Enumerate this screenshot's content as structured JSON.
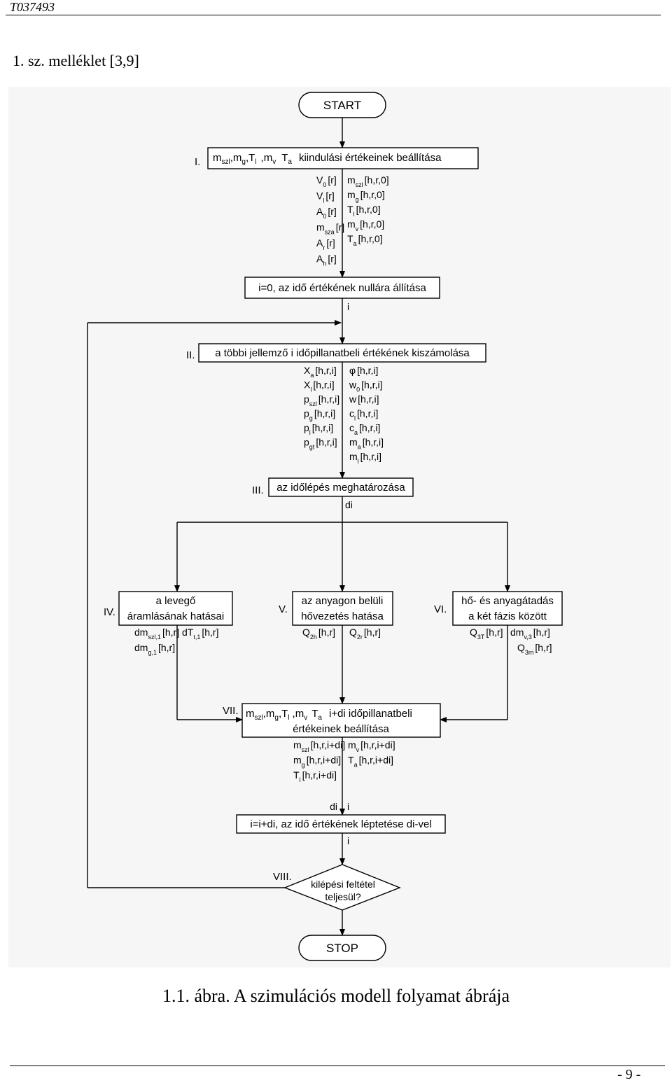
{
  "header": {
    "doc_id": "T037493",
    "appendix_title": "1. sz. melléklet  [3,9]"
  },
  "flowchart": {
    "start": "START",
    "stop": "STOP",
    "steps": {
      "s1": {
        "roman": "I.",
        "box": {
          "pre": "m",
          "pre_sub": "szl",
          "a": ",m",
          "a_sub": "g",
          "b": ",T",
          "b_sub": "l",
          "c": ",m",
          "c_sub": "v",
          "d": "T",
          "d_sub": "a",
          "text": "kiindulási értékeinek beállítása"
        },
        "left_vars": [
          {
            "base": "V",
            "sub": "0",
            "idx": "[r]"
          },
          {
            "base": "V",
            "sub": "l",
            "idx": "[r]"
          },
          {
            "base": "A",
            "sub": "0",
            "idx": "[r]"
          },
          {
            "base": "m",
            "sub": "sza",
            "idx": "[r]"
          },
          {
            "base": "A",
            "sub": "r",
            "idx": "[r]"
          },
          {
            "base": "A",
            "sub": "h",
            "idx": "[r]"
          }
        ],
        "right_vars": [
          {
            "base": "m",
            "sub": "szl",
            "idx": "[h,r,0]"
          },
          {
            "base": "m",
            "sub": "g",
            "idx": "[h,r,0]"
          },
          {
            "base": "T",
            "sub": "l",
            "idx": "[h,r,0]"
          },
          {
            "base": "m",
            "sub": "v",
            "idx": "[h,r,0]"
          },
          {
            "base": "T",
            "sub": "a",
            "idx": "[h,r,0]"
          }
        ]
      },
      "init_time": "i=0, az idő értékének nullára állítása",
      "arrow_i_1": "i",
      "s2": {
        "roman": "II.",
        "box": "a többi jellemző i időpillanatbeli értékének kiszámolása",
        "left_vars": [
          {
            "base": "X",
            "sub": "a",
            "idx": "[h,r,i]"
          },
          {
            "base": "X",
            "sub": "l",
            "idx": "[h,r,i]"
          },
          {
            "base": "p",
            "sub": "szl",
            "idx": "[h,r,i]"
          },
          {
            "base": "p",
            "sub": "g",
            "idx": "[h,r,i]"
          },
          {
            "base": "p",
            "sub": "l",
            "idx": "[h,r,i]"
          },
          {
            "base": "p",
            "sub": "gt",
            "idx": "[h,r,i]"
          }
        ],
        "right_vars": [
          {
            "base": "φ",
            "sub": "",
            "idx": "[h,r,i]"
          },
          {
            "base": "w",
            "sub": "0",
            "idx": "[h,r,i]"
          },
          {
            "base": "w",
            "sub": "",
            "idx": "[h,r,i]"
          },
          {
            "base": "c",
            "sub": "l",
            "idx": "[h,r,i]"
          },
          {
            "base": "c",
            "sub": "a",
            "idx": "[h,r,i]"
          },
          {
            "base": "m",
            "sub": "a",
            "idx": "[h,r,i]"
          },
          {
            "base": "m",
            "sub": "l",
            "idx": "[h,r,i]"
          }
        ]
      },
      "s3": {
        "roman": "III.",
        "box": "az időlépés meghatározása",
        "out": "di"
      },
      "s4": {
        "roman": "IV.",
        "box_line1": "a levegő",
        "box_line2": "áramlásának hatásai",
        "vars": [
          {
            "base": "dm",
            "sub": "szl,1",
            "idx": "[h,r]"
          },
          {
            "base": "dT",
            "sub": "t,1",
            "idx": "[h,r]"
          },
          {
            "base": "dm",
            "sub": "g,1",
            "idx": "[h,r]"
          }
        ]
      },
      "s5": {
        "roman": "V.",
        "box_line1": "az anyagon belüli",
        "box_line2": "hővezetés hatása",
        "vars": [
          {
            "base": "Q",
            "sub": "2h",
            "idx": "[h,r]"
          },
          {
            "base": "Q",
            "sub": "2r",
            "idx": "[h,r]"
          }
        ]
      },
      "s6": {
        "roman": "VI.",
        "box_line1": "hő- és anyagátadás",
        "box_line2": "a két fázis között",
        "vars": [
          {
            "base": "Q",
            "sub": "3T",
            "idx": "[h,r]"
          },
          {
            "base": "dm",
            "sub": "v,3",
            "idx": "[h,r]"
          },
          {
            "base": "Q",
            "sub": "3m",
            "idx": "[h,r]"
          }
        ]
      },
      "s7": {
        "roman": "VII.",
        "box": {
          "pre": "m",
          "pre_sub": "szl",
          "a": ",m",
          "a_sub": "g",
          "b": ",T",
          "b_sub": "l",
          "c": ",m",
          "c_sub": "v",
          "d": "T",
          "d_sub": "a",
          "text": "i+di időpillanatbeli",
          "line2": "értékeinek beállítása"
        },
        "left_vars": [
          {
            "base": "m",
            "sub": "szl",
            "idx": "[h,r,i+di]"
          },
          {
            "base": "m",
            "sub": "g",
            "idx": "[h,r,i+di]"
          },
          {
            "base": "T",
            "sub": "l",
            "idx": "[h,r,i+di]"
          }
        ],
        "right_vars": [
          {
            "base": "m",
            "sub": "v",
            "idx": "[h,r,i+di]"
          },
          {
            "base": "T",
            "sub": "a",
            "idx": "[h,r,i+di]"
          }
        ]
      },
      "in_di": "di",
      "in_i": "i",
      "step_time": "i=i+di, az idő értékének léptetése di-vel",
      "arrow_i_2": "i",
      "s8": {
        "roman": "VIII.",
        "line1": "kilépési feltétel",
        "line2": "teljesül?"
      }
    }
  },
  "caption": "1.1. ábra. A szimulációs modell folyamat ábrája",
  "footer": {
    "page": "- 9 -"
  }
}
